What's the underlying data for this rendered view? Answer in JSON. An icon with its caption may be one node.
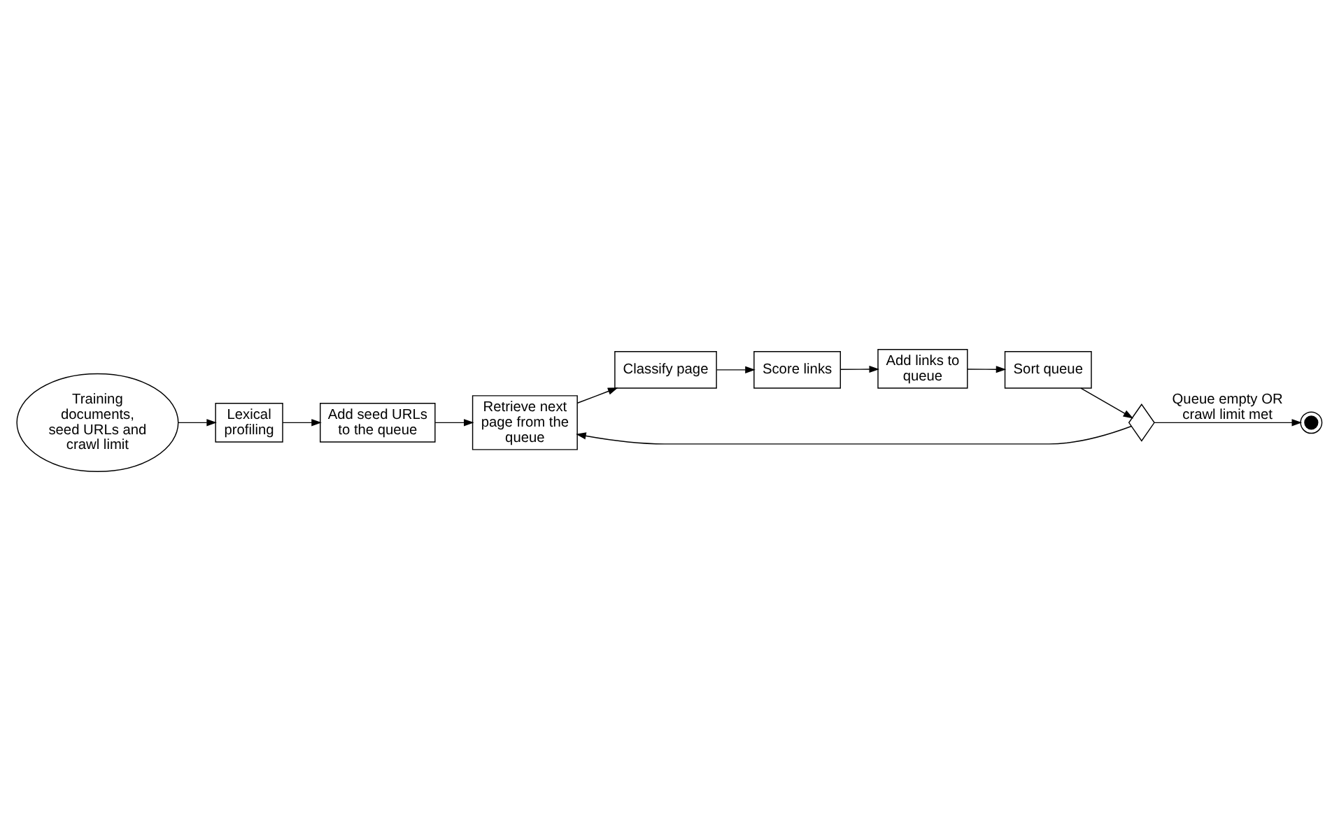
{
  "diagram": {
    "nodes": [
      {
        "text": [
          "Training documents, seed URLs and crawl limit"
        ]
      },
      {
        "text": [
          "Lexical profiling"
        ]
      },
      {
        "text": [
          "Add seed URLs to the queue"
        ]
      },
      {
        "text": [
          "Retrieve next page from the queue"
        ]
      },
      {
        "text": [
          "Classify page"
        ]
      },
      {
        "text": [
          "Score links"
        ]
      },
      {
        "text": [
          "Add links to queue"
        ]
      },
      {
        "text": [
          "Sort queue"
        ]
      },
      {
        "text": [],
        "shape": "diamond"
      },
      {
        "text": [],
        "shape": "circle"
      }
    ],
    "edges": [
      {
        "from": 0,
        "to": 1,
        "arrow": "to"
      },
      {
        "from": 1,
        "to": 2,
        "arrow": "to"
      },
      {
        "from": 2,
        "to": 3,
        "arrow": "to"
      },
      {
        "from": 3,
        "to": 4,
        "arrow": "to"
      },
      {
        "from": 4,
        "to": 5,
        "arrow": "to"
      },
      {
        "from": 5,
        "to": 6,
        "arrow": "to"
      },
      {
        "from": 6,
        "to": 7,
        "arrow": "to"
      },
      {
        "from": 7,
        "to": 8,
        "arrow": "to"
      },
      {
        "from": 8,
        "to": 3,
        "arrow": "to"
      },
      {
        "from": 8,
        "to": 9,
        "label": "Queue empty OR crawl limit met",
        "arrow": "to"
      }
    ]
  }
}
